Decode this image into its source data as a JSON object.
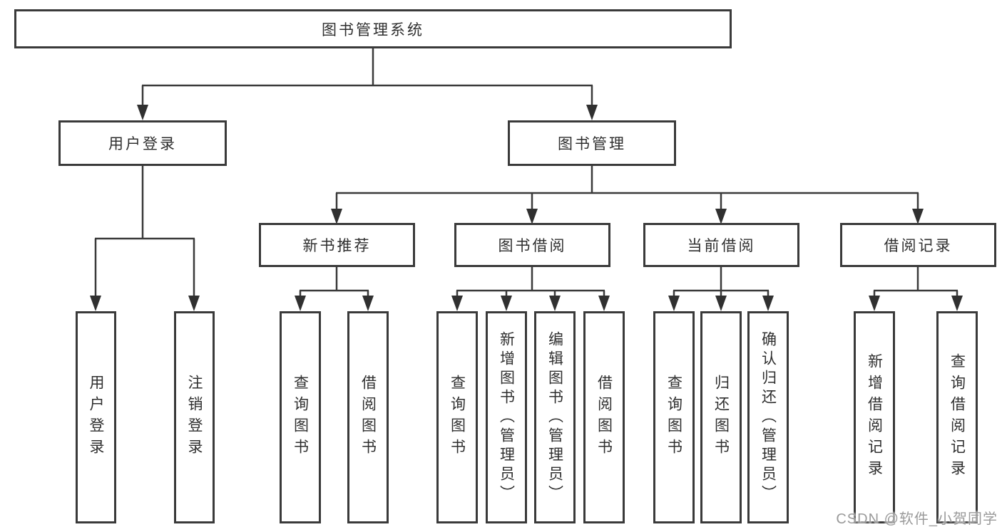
{
  "diagram": {
    "root": {
      "label": "图书管理系统"
    },
    "branches": [
      {
        "label": "用户登录",
        "children": [
          {
            "label": "用户登录"
          },
          {
            "label": "注销登录"
          }
        ]
      },
      {
        "label": "图书管理",
        "children": [
          {
            "label": "新书推荐",
            "children": [
              {
                "label": "查询图书"
              },
              {
                "label": "借阅图书"
              }
            ]
          },
          {
            "label": "图书借阅",
            "children": [
              {
                "label": "查询图书"
              },
              {
                "label": "新增图书（管理员）"
              },
              {
                "label": "编辑图书（管理员）"
              },
              {
                "label": "借阅图书"
              }
            ]
          },
          {
            "label": "当前借阅",
            "children": [
              {
                "label": "查询图书"
              },
              {
                "label": "归还图书"
              },
              {
                "label": "确认归还（管理员）"
              }
            ]
          },
          {
            "label": "借阅记录",
            "children": [
              {
                "label": "新增借阅记录"
              },
              {
                "label": "查询借阅记录"
              }
            ]
          }
        ]
      }
    ]
  },
  "watermark": {
    "text": "CSDN @软件_小贺同学"
  },
  "colors": {
    "line": "#3a3a3a",
    "arrow": "#303030",
    "box_border": "#3a3a3a",
    "box_background": "#ffffff",
    "text": "#2f2f2f",
    "watermark": "#9a9a9a"
  }
}
